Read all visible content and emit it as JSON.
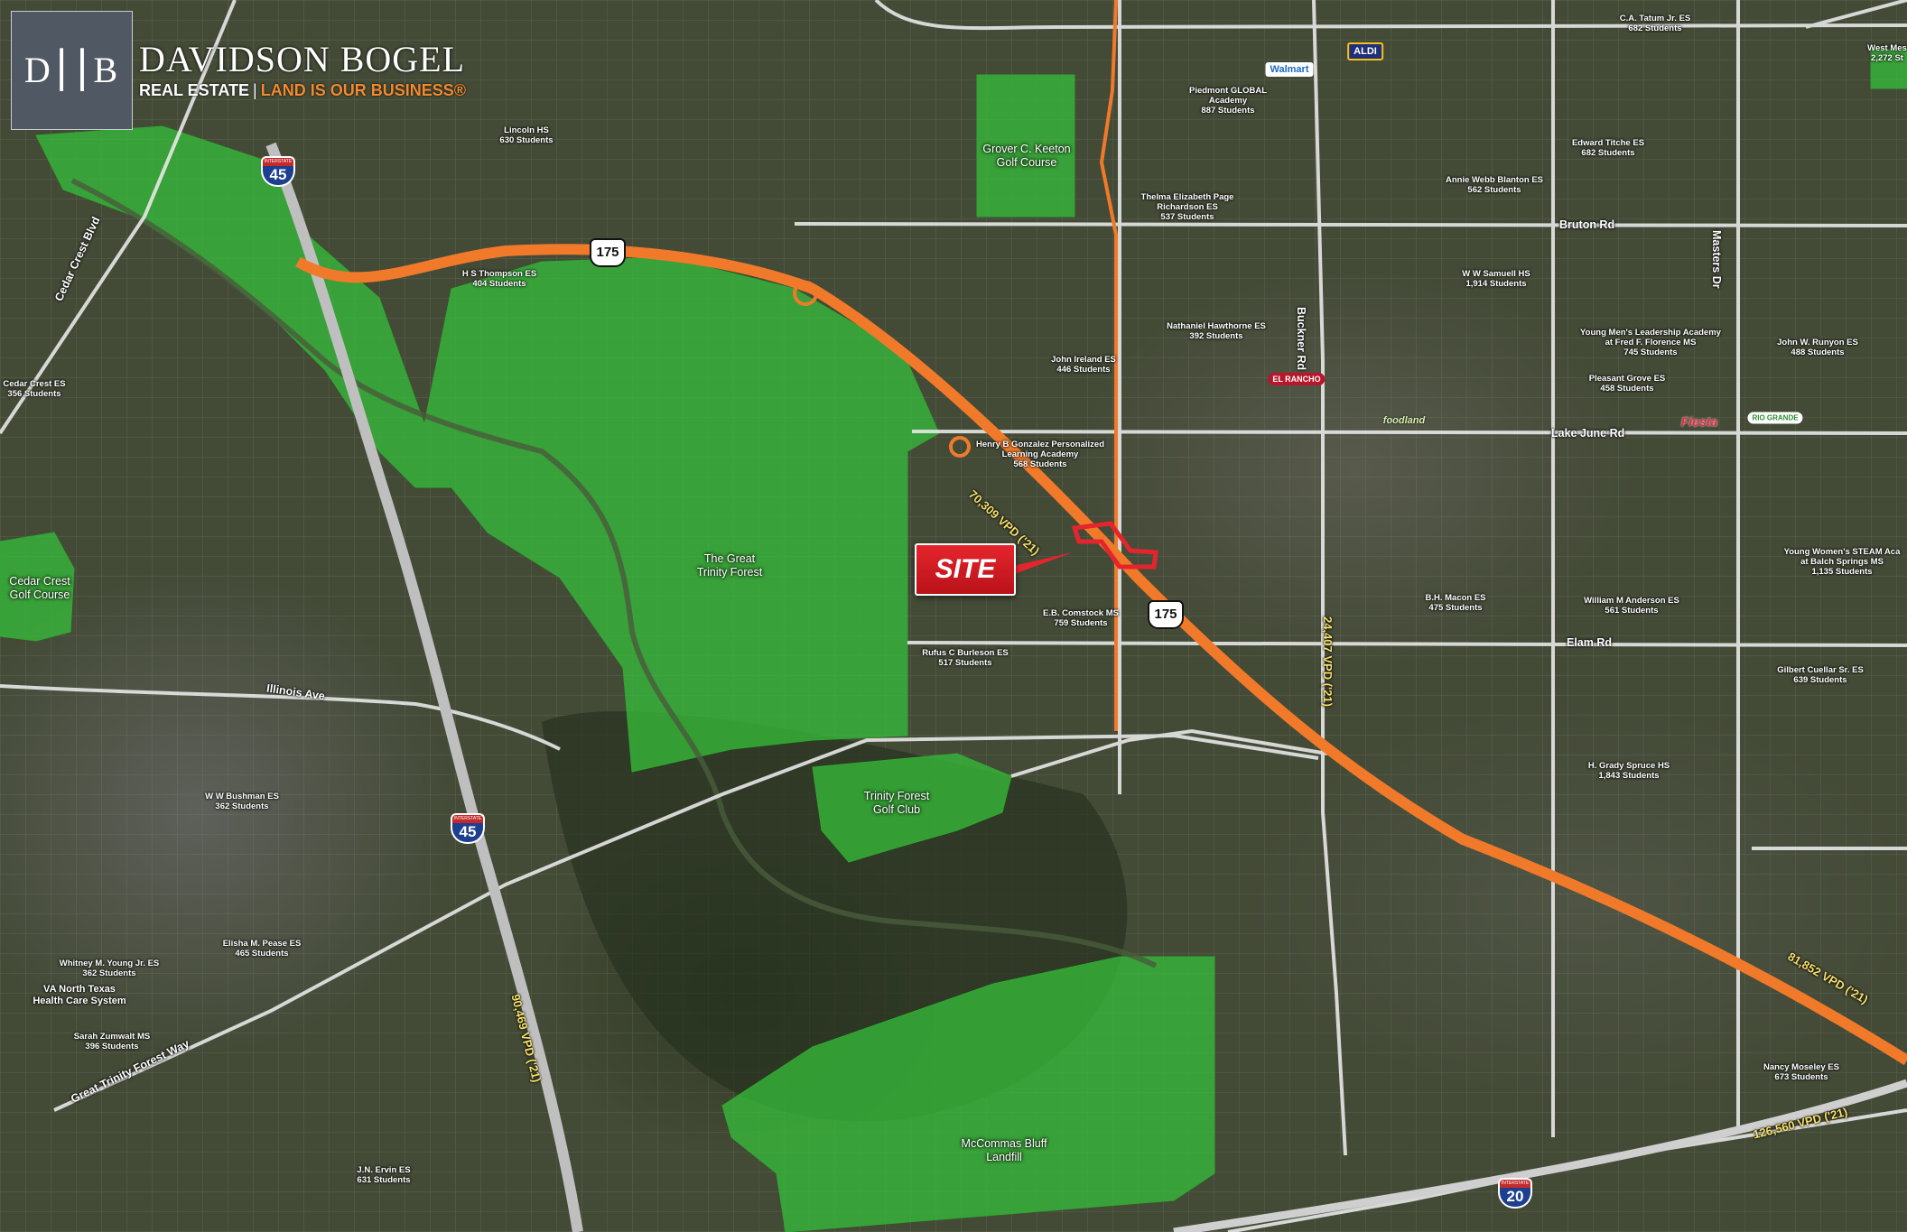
{
  "branding": {
    "logo_text": "D⎮⎮B",
    "company": "DAVIDSON BOGEL",
    "tagline_left": "REAL ESTATE",
    "tagline_sep": "|",
    "tagline_right": "LAND IS OUR BUSINESS®"
  },
  "site_label": "SITE",
  "green_areas": [
    {
      "name": "The Great\nTrinity Forest"
    },
    {
      "name": "Grover C. Keeton\nGolf Course"
    },
    {
      "name": "Trinity Forest\nGolf Club"
    },
    {
      "name": "Cedar Crest\nGolf Course"
    },
    {
      "name": "McCommas Bluff\nLandfill"
    }
  ],
  "roads": [
    {
      "name": "Bruton Rd"
    },
    {
      "name": "Lake June Rd"
    },
    {
      "name": "Elam Rd"
    },
    {
      "name": "Illinois Ave"
    },
    {
      "name": "Great Trinity Forest Way"
    },
    {
      "name": "Cedar Crest Blvd"
    },
    {
      "name": "Buckner Rd"
    },
    {
      "name": "Masters Dr"
    }
  ],
  "shields": {
    "us175_a": "175",
    "us175_b": "175",
    "i45_a": "45",
    "i45_b": "45",
    "i20": "20",
    "interstate_word": "INTERSTATE"
  },
  "traffic_counts": [
    {
      "text": "70,309 VPD ('21)"
    },
    {
      "text": "24,407 VPD ('21)"
    },
    {
      "text": "90,469 VPD ('21)"
    },
    {
      "text": "81,852 VPD ('21)"
    },
    {
      "text": "126,560 VPD ('21)"
    }
  ],
  "schools": [
    {
      "name": "C.A. Tatum Jr. ES",
      "students": "682 Students"
    },
    {
      "name": "West Mes",
      "students": "2,272 St"
    },
    {
      "name": "Piedmont GLOBAL\nAcademy",
      "students": "887 Students"
    },
    {
      "name": "Lincoln HS",
      "students": "630 Students"
    },
    {
      "name": "Edward Titche ES",
      "students": "682 Students"
    },
    {
      "name": "Annie Webb Blanton ES",
      "students": "562 Students"
    },
    {
      "name": "Thelma Elizabeth Page\nRichardson ES",
      "students": "537 Students"
    },
    {
      "name": "H S Thompson ES",
      "students": "404 Students"
    },
    {
      "name": "W W Samuell HS",
      "students": "1,914 Students"
    },
    {
      "name": "Nathaniel Hawthorne ES",
      "students": "392 Students"
    },
    {
      "name": "Young Men's Leadership Academy\nat Fred F. Florence MS",
      "students": "745 Students"
    },
    {
      "name": "John W. Runyon ES",
      "students": "488 Students"
    },
    {
      "name": "John Ireland ES",
      "students": "446 Students"
    },
    {
      "name": "Pleasant Grove ES",
      "students": "458 Students"
    },
    {
      "name": "Cedar Crest ES",
      "students": "356 Students"
    },
    {
      "name": "Henry B Gonzalez Personalized\nLearning Academy",
      "students": "568 Students"
    },
    {
      "name": "Young Women's STEAM Aca\nat Balch Springs MS",
      "students": "1,135 Students"
    },
    {
      "name": "B.H. Macon ES",
      "students": "475 Students"
    },
    {
      "name": "E.B. Comstock MS",
      "students": "759 Students"
    },
    {
      "name": "William M Anderson ES",
      "students": "561 Students"
    },
    {
      "name": "Rufus C Burleson ES",
      "students": "517 Students"
    },
    {
      "name": "Gilbert Cuellar Sr. ES",
      "students": "639 Students"
    },
    {
      "name": "W W Bushman ES",
      "students": "362 Students"
    },
    {
      "name": "H. Grady Spruce HS",
      "students": "1,843 Students"
    },
    {
      "name": "Elisha M. Pease ES",
      "students": "465 Students"
    },
    {
      "name": "Whitney M. Young Jr. ES",
      "students": "362 Students"
    },
    {
      "name": "Sarah Zumwalt MS",
      "students": "396 Students"
    },
    {
      "name": "Nancy Moseley ES",
      "students": "673 Students"
    },
    {
      "name": "J.N. Ervin ES",
      "students": "631 Students"
    }
  ],
  "facility": {
    "name": "VA North Texas\nHealth Care System"
  },
  "brands": {
    "walmart": "Walmart",
    "aldi": "ALDI",
    "el_rancho": "EL RANCHO",
    "foodland": "foodland",
    "fiesta": "Fiesta",
    "rio_grande": "RIO GRANDE"
  },
  "colors": {
    "highway": "#f07a2a",
    "park": "#36c43a",
    "site": "#e5252d",
    "traffic_text": "#f7e06a"
  }
}
